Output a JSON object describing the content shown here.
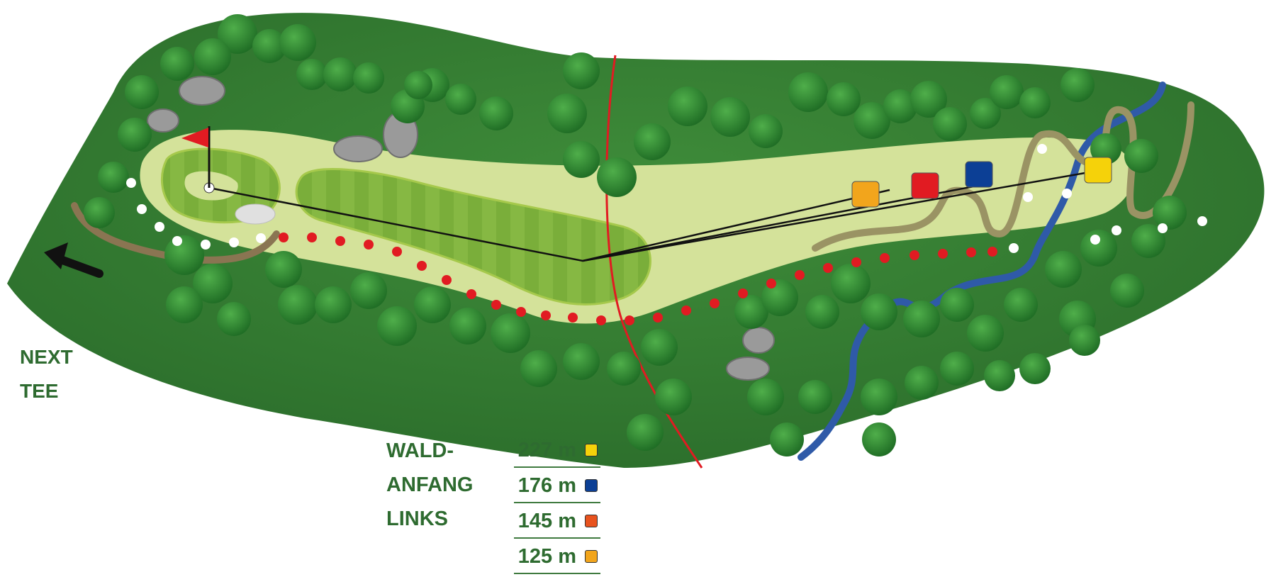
{
  "next_tee": {
    "line1": "NEXT",
    "line2": "TEE"
  },
  "hole_name": {
    "line1": "WALD-",
    "line2": "ANFANG",
    "line3": "LINKS"
  },
  "distances": [
    {
      "value": "227 m",
      "color": "#f5d20a"
    },
    {
      "value": "176 m",
      "color": "#0c3f95"
    },
    {
      "value": "145 m",
      "color": "#e8521e"
    },
    {
      "value": "125 m",
      "color": "#f2a51c"
    }
  ],
  "colors": {
    "rough": "#2e7d32",
    "fairway": "#d4e29a",
    "green": "#8cbd3f",
    "water": "#2f5aa8",
    "path": "#8a7552",
    "out_of_bounds": "#e11b22"
  }
}
